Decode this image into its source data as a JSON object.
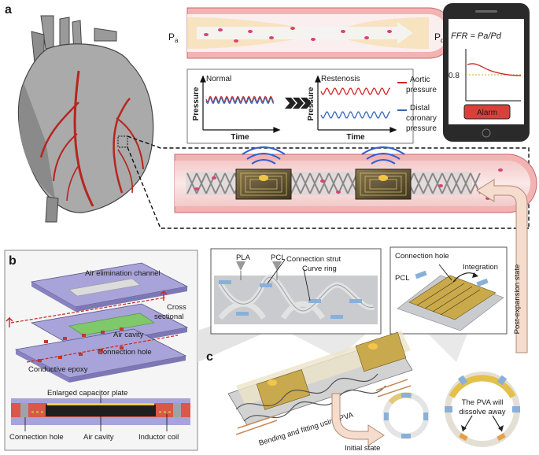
{
  "panels": {
    "a": "a",
    "b": "b",
    "c": "c"
  },
  "artery": {
    "pa": "P",
    "pa_sub": "a",
    "pd": "P",
    "pd_sub": "d"
  },
  "phone": {
    "formula": "FFR = Pa/Pd",
    "threshold": "0.8",
    "alarm": "Alarm"
  },
  "graphs": {
    "normal_title": "Normal",
    "restenosis_title": "Restenosis",
    "ylabel": "Pressure",
    "xlabel": "Time",
    "legend_aortic_1": "Aortic",
    "legend_aortic_2": "pressure",
    "legend_distal_1": "Distal",
    "legend_distal_2": "coronary",
    "legend_distal_3": "pressure"
  },
  "colors": {
    "aortic": "#d0272b",
    "distal": "#3a66b5",
    "vessel": "#e89a9a",
    "accent": "#c8281e"
  },
  "panel_b": {
    "air_elimination": "Air elimination channel",
    "cross_sectional_1": "Cross",
    "cross_sectional_2": "sectional",
    "air_cavity": "Air cavity",
    "connection_hole": "Connection hole",
    "conductive_epoxy": "Conductive epoxy",
    "enlarged_plate": "Enlarged capacitor plate",
    "xs_connection_hole": "Connection hole",
    "xs_air_cavity": "Air cavity",
    "xs_inductor_coil": "Inductor coil"
  },
  "panel_c": {
    "pla": "PLA",
    "pcl": "PCL",
    "connection_strut": "Connection strut",
    "curve_ring": "Curve ring",
    "connection_hole": "Connection hole",
    "pcl2": "PCL",
    "integration": "Integration",
    "post_expansion": "Post-expansion state",
    "bending": "Bending and fitting using PVA",
    "initial_state": "Initial state",
    "pva_1": "The PVA will",
    "pva_2": "dissolve away"
  }
}
